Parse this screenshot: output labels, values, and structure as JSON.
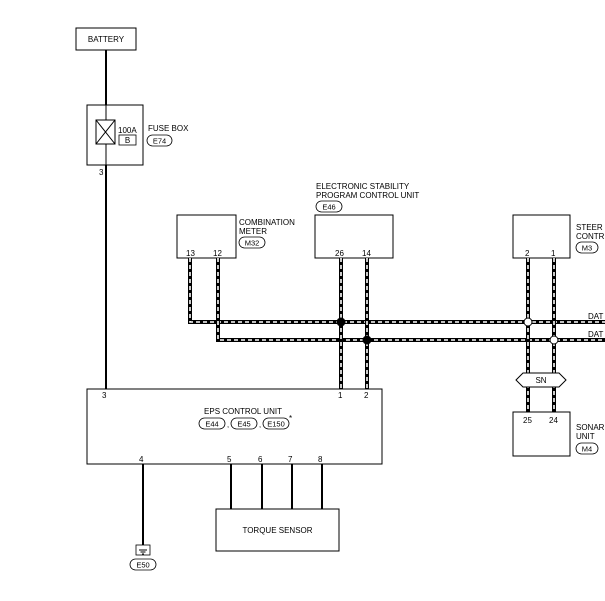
{
  "battery": {
    "label": "BATTERY"
  },
  "fuse_box": {
    "label": "FUSE BOX",
    "rating": "100A",
    "fuse_id": "B",
    "connector": "E74",
    "pin_out": "3"
  },
  "combination_meter": {
    "label_line1": "COMBINATION",
    "label_line2": "METER",
    "connector": "M32",
    "pin_a": "13",
    "pin_b": "12"
  },
  "esp_unit": {
    "label_line1": "ELECTRONIC STABILITY",
    "label_line2": "PROGRAM CONTROL UNIT",
    "connector": "E46",
    "pin_a": "26",
    "pin_b": "14"
  },
  "steering": {
    "label_line1": "STEER",
    "label_line2": "CONTR",
    "connector": "M3",
    "pin_a": "2",
    "pin_b": "1"
  },
  "data_lines": {
    "line1": "DAT",
    "line2": "DAT"
  },
  "sn_joint": {
    "label": "SN"
  },
  "sonar": {
    "label_line1": "SONAR",
    "label_line2": "UNIT",
    "connector": "M4",
    "pin_a": "25",
    "pin_b": "24"
  },
  "eps_unit": {
    "label": "EPS CONTROL UNIT",
    "asterisk": "*",
    "connectors": [
      "E44",
      "E45",
      "E150"
    ],
    "sep": ",",
    "pin_power": "3",
    "pin_can1": "1",
    "pin_can2": "2",
    "pin_ground": "4",
    "sensor_pins": [
      "5",
      "6",
      "7",
      "8"
    ]
  },
  "torque_sensor": {
    "label": "TORQUE SENSOR"
  },
  "ground": {
    "connector": "E50"
  },
  "colors": {
    "line": "#000000",
    "background": "#ffffff"
  }
}
